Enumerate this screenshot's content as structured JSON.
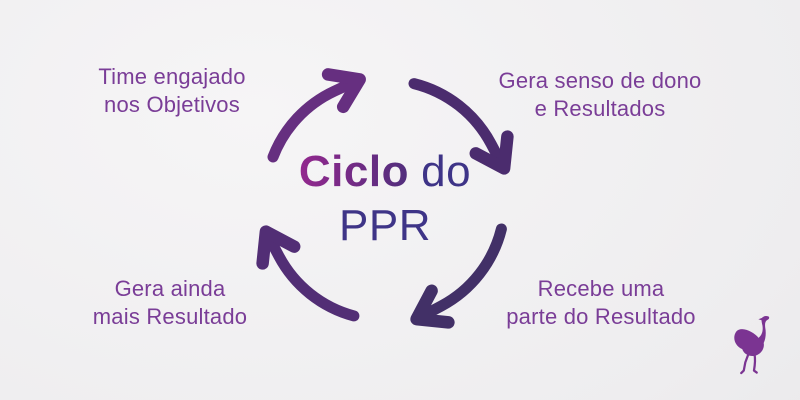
{
  "title": {
    "highlight": "Ciclo",
    "rest": "do",
    "line2": "PPR"
  },
  "steps": [
    {
      "position": "top-left",
      "lines": [
        "Time engajado",
        "nos Objetivos"
      ]
    },
    {
      "position": "top-right",
      "lines": [
        "Gera senso de dono",
        "e Resultados"
      ]
    },
    {
      "position": "bottom-right",
      "lines": [
        "Recebe uma",
        "parte do Resultado"
      ]
    },
    {
      "position": "bottom-left",
      "lines": [
        "Gera ainda",
        "mais Resultado"
      ]
    }
  ],
  "icons": {
    "logo": "ostrich-icon"
  },
  "colors": {
    "background_start": "#f6f5f6",
    "background_mid": "#eeedef",
    "background_end": "#e5e4e6",
    "label_text": "#7a3d97",
    "title_gradient_start": "#93288e",
    "title_gradient_end": "#512e7c",
    "title_secondary": "#3e3487",
    "arrow_top_left": "#662f80",
    "arrow_top_right": "#4b2c6e",
    "arrow_bottom_right": "#423067",
    "arrow_bottom_left": "#522e75",
    "logo": "#7b3492"
  }
}
